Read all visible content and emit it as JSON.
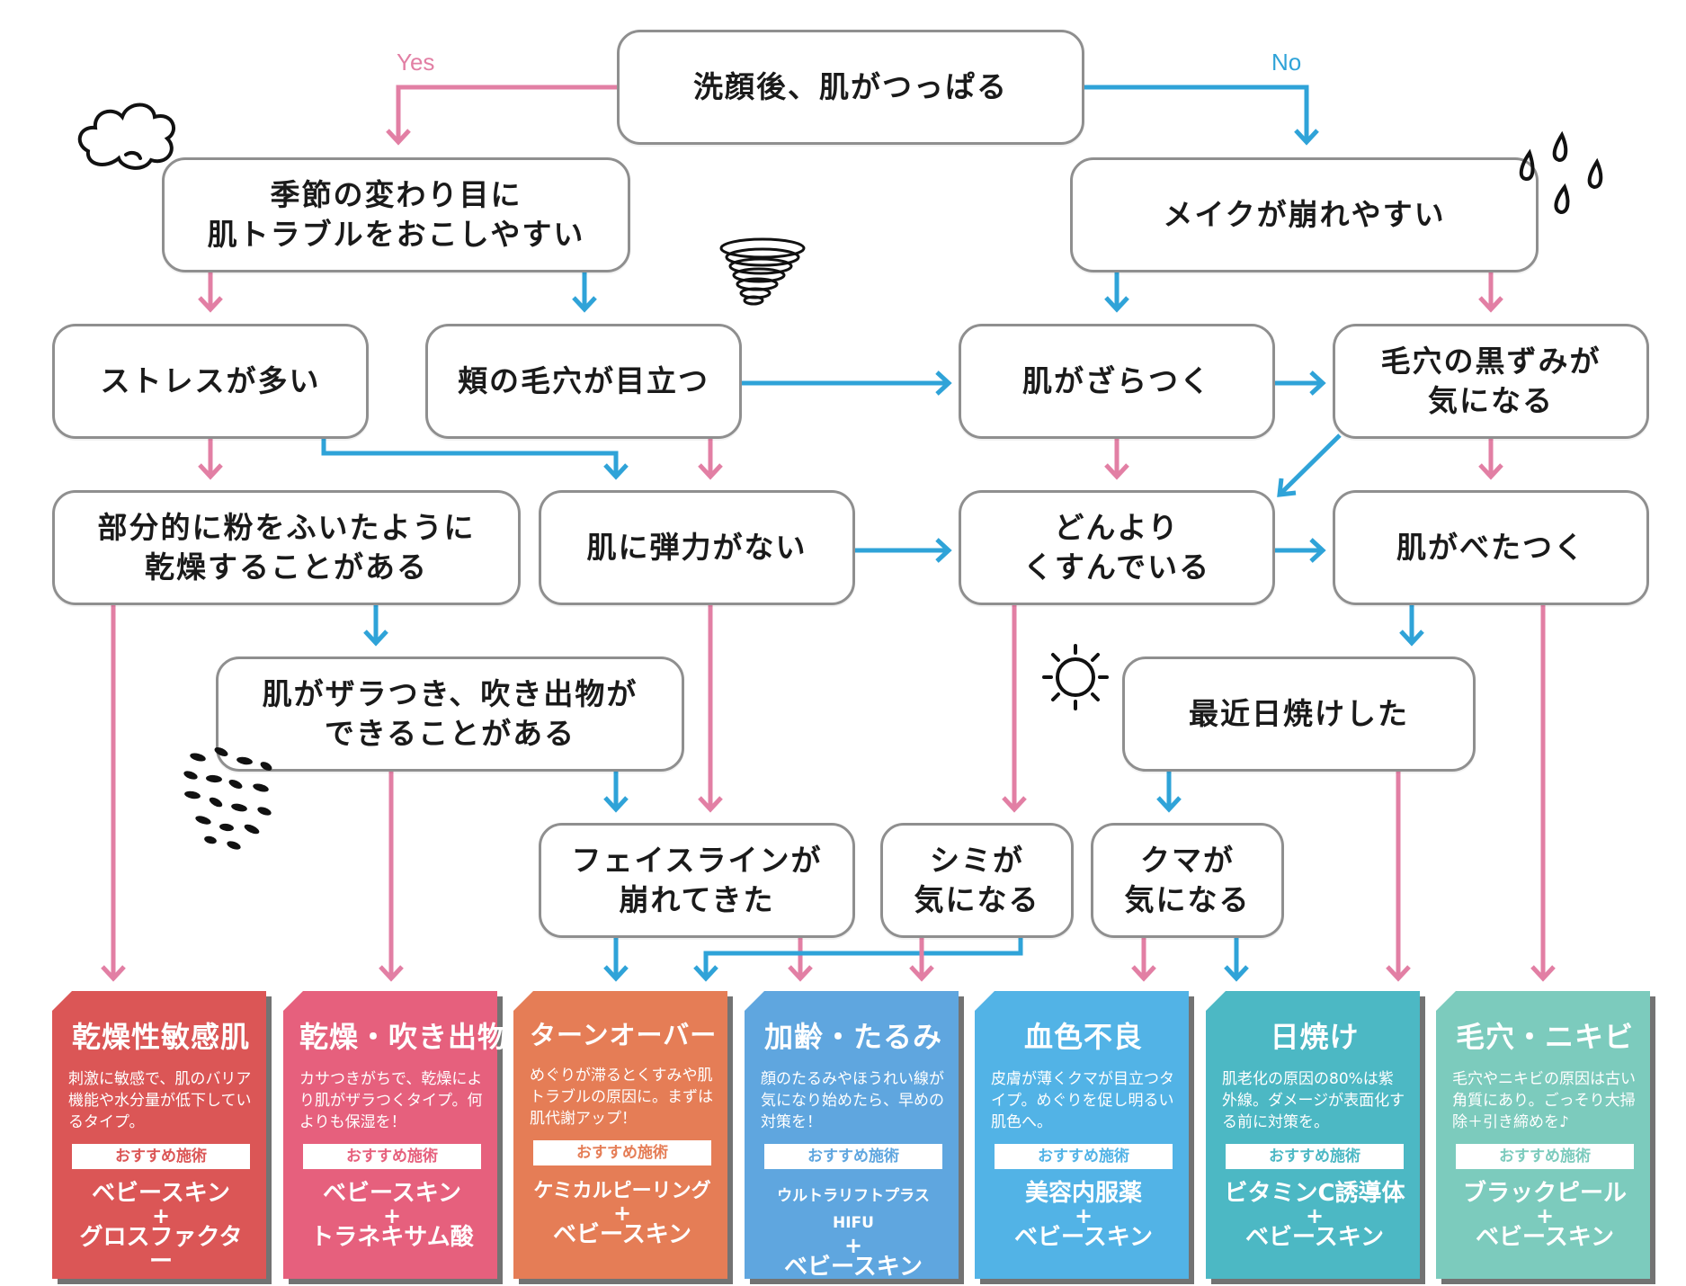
{
  "colors": {
    "yes": "#e27fa4",
    "no": "#2fa3d8",
    "box_border": "#8f8f8f"
  },
  "labels": {
    "yes": "Yes",
    "no": "No"
  },
  "nodes": {
    "start": "洗顔後、肌がつっぱる",
    "season": "季節の変わり目に\n肌トラブルをおこしやすい",
    "makeup": "メイクが崩れやすい",
    "stress": "ストレスが多い",
    "cheek_pores": "頬の毛穴が目立つ",
    "rough": "肌がざらつく",
    "black_pores": "毛穴の黒ずみが\n気になる",
    "powdery": "部分的に粉をふいたように\n乾燥することがある",
    "elasticity": "肌に弾力がない",
    "dull": "どんより\nくすんでいる",
    "sticky": "肌がべたつく",
    "bumpy": "肌がザラつき、吹き出物が\nできることがある",
    "sunburn": "最近日焼けした",
    "faceline": "フェイスラインが\n崩れてきた",
    "spots": "シミが\n気になる",
    "circles": "クマが\n気になる"
  },
  "results": [
    {
      "title": "乾燥性敏感肌",
      "desc": "刺激に敏感で、肌のバリア機能や水分量が低下しているタイプ。",
      "rec": "おすすめ施術",
      "t1": "ベビースキン",
      "plus": "+",
      "t2": "グロスファクター",
      "color": "#db5656"
    },
    {
      "title": "乾燥・吹き出物",
      "desc": "カサつきがちで、乾燥により肌がザラつくタイプ。何よりも保湿を！",
      "rec": "おすすめ施術",
      "t1": "ベビースキン",
      "plus": "+",
      "t2": "トラネキサム酸",
      "color": "#e6607d"
    },
    {
      "title": "ターンオーバー",
      "desc": "めぐりが滞るとくすみや肌トラブルの原因に。まずは肌代謝アップ！",
      "rec": "おすすめ施術",
      "t1": "ケミカルピーリング",
      "plus": "+",
      "t2": "ベビースキン",
      "color": "#e57d56"
    },
    {
      "title": "加齢・たるみ",
      "desc": "顔のたるみやほうれい線が気になり始めたら、早めの対策を！",
      "rec": "おすすめ施術",
      "t1": "ウルトラリフトプラスHIFU",
      "plus": "+",
      "t2": "ベビースキン",
      "color": "#5fa6df"
    },
    {
      "title": "血色不良",
      "desc": "皮膚が薄くクマが目立つタイプ。めぐりを促し明るい肌色へ。",
      "rec": "おすすめ施術",
      "t1": "美容内服薬",
      "plus": "+",
      "t2": "ベビースキン",
      "color": "#52b3e6"
    },
    {
      "title": "日焼け",
      "desc": "肌老化の原因の80%は紫外線。ダメージが表面化する前に対策を。",
      "rec": "おすすめ施術",
      "t1": "ビタミンC誘導体",
      "plus": "+",
      "t2": "ベビースキン",
      "color": "#4cb8c4"
    },
    {
      "title": "毛穴・ニキビ",
      "desc": "毛穴やニキビの原因は古い角質にあり。ごっそり大掃除＋引き締めを♪",
      "rec": "おすすめ施術",
      "t1": "ブラックピール",
      "plus": "+",
      "t2": "ベビースキン",
      "color": "#7ccbbd"
    }
  ]
}
